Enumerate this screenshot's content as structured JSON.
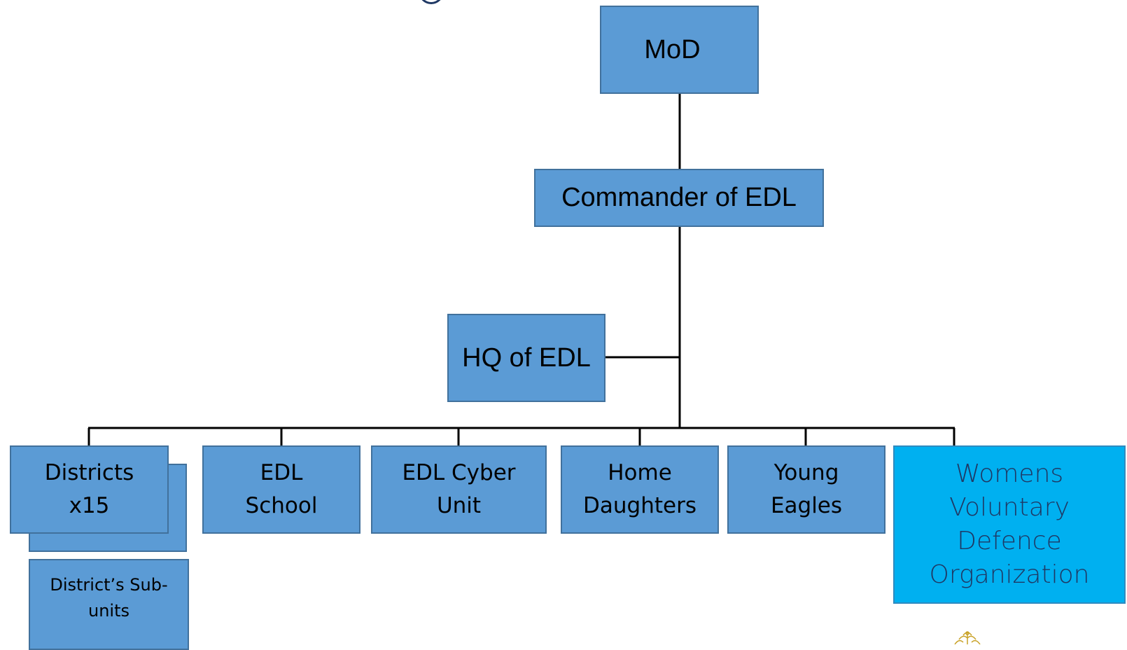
{
  "org_chart": {
    "top": {
      "label": "MoD"
    },
    "commander": {
      "label": "Commander of EDL"
    },
    "hq": {
      "label": "HQ of EDL"
    },
    "units": {
      "districts": {
        "line1": "Districts",
        "line2": "x15"
      },
      "school": {
        "line1": "EDL",
        "line2": "School"
      },
      "cyber": {
        "line1": "EDL Cyber",
        "line2": "Unit"
      },
      "home_daughters": {
        "line1": "Home",
        "line2": "Daughters"
      },
      "young_eagles": {
        "line1": "Young",
        "line2": "Eagles"
      },
      "wvdo": {
        "line1": "Womens",
        "line2": "Voluntary",
        "line3": "Defence",
        "line4": "Organization"
      }
    },
    "subunits": {
      "line1": "District’s Sub-",
      "line2": "units"
    }
  },
  "colors": {
    "box_fill": "#5b9bd5",
    "box_border": "#41719c",
    "highlight_fill": "#00b0f0",
    "highlight_text": "#1f3864",
    "connector": "#000000"
  },
  "decorations": {
    "title_fragment": "partial-title-glyph",
    "emblem": "emblem-icon"
  }
}
